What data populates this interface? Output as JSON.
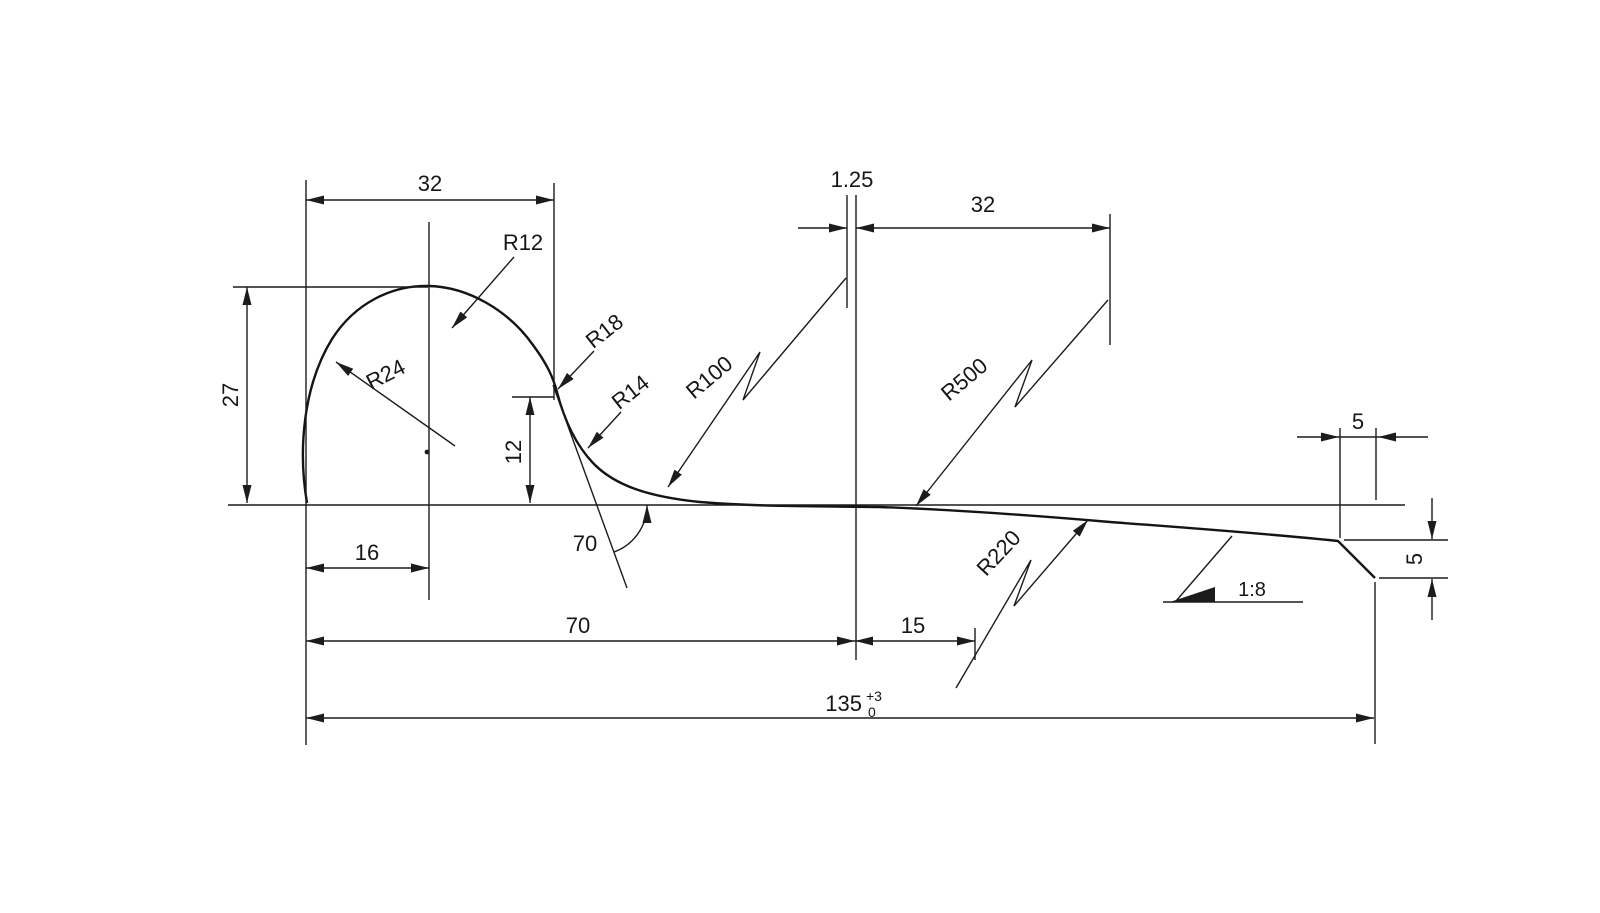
{
  "drawing": {
    "type": "engineering-dimension-drawing",
    "background": "#ffffff",
    "line_color": "#1c1c1c",
    "labels": {
      "dim_32_left": "32",
      "dim_27": "27",
      "dim_16": "16",
      "dim_12": "12",
      "angle_70": "70",
      "dim_70": "70",
      "dim_15": "15",
      "dim_1_25": "1.25",
      "dim_32_right": "32",
      "dim_135": "135",
      "dim_135_tol_upper": "+3",
      "dim_135_tol_lower": "0",
      "radius_r12": "R12",
      "radius_r24": "R24",
      "radius_r18": "R18",
      "radius_r14": "R14",
      "radius_r100": "R100",
      "radius_r500": "R500",
      "radius_r220": "R220",
      "taper_1_8": "1:8",
      "dim_5_top": "5",
      "dim_5_right": "5"
    }
  }
}
